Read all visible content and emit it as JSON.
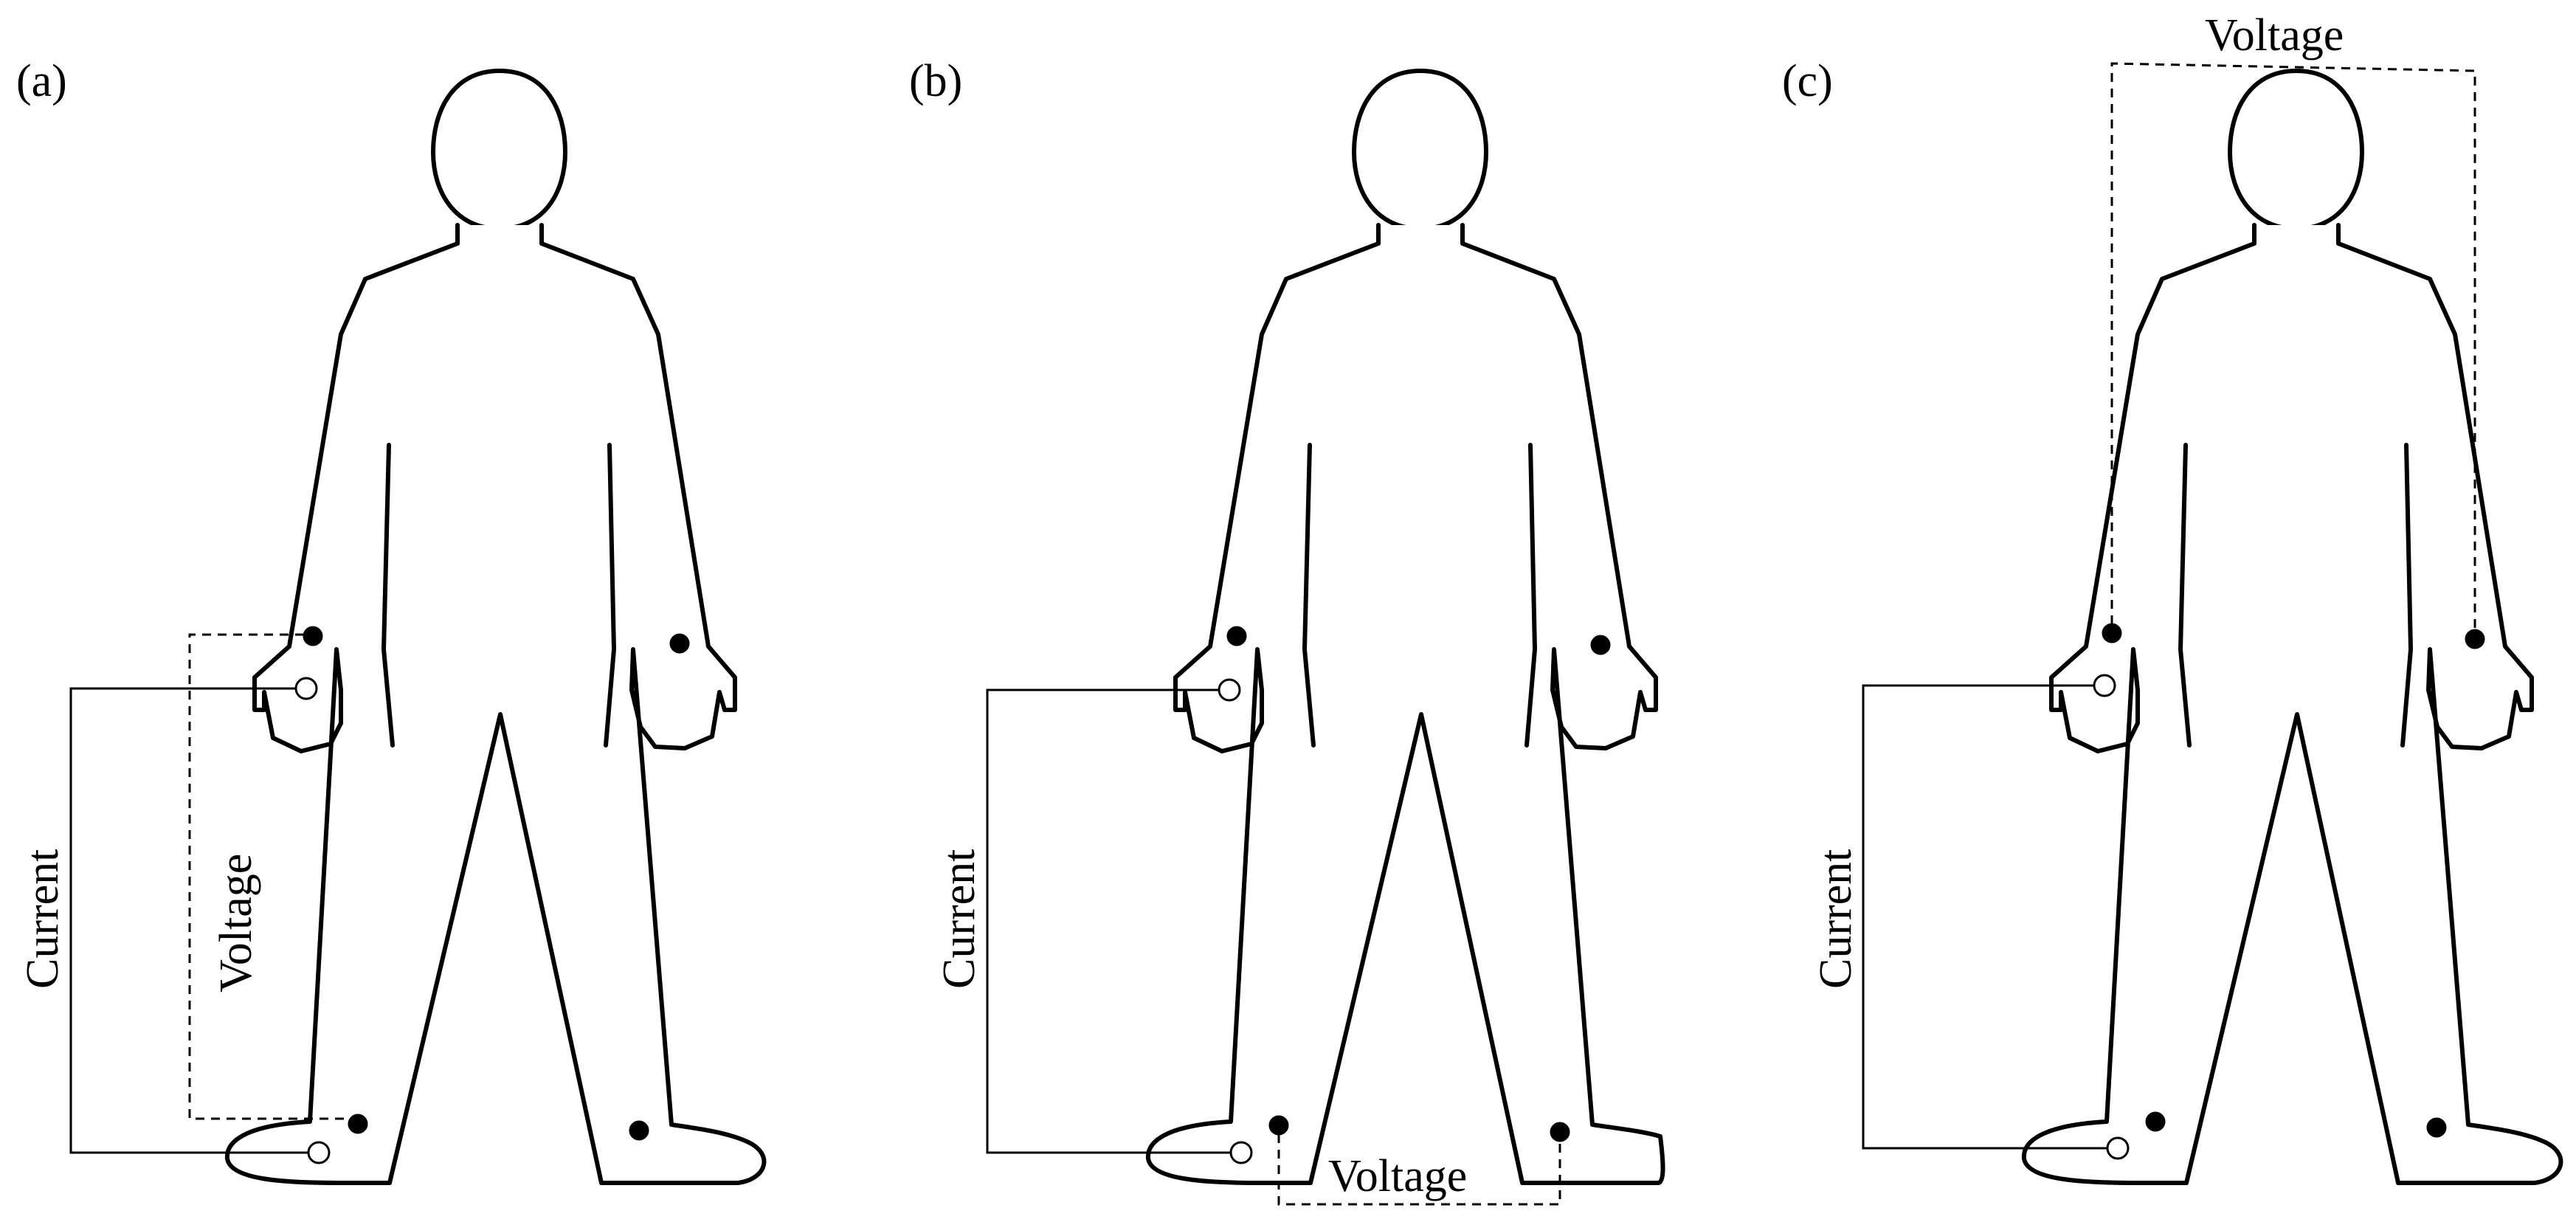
{
  "panels": [
    {
      "id": "a",
      "label": "(a)",
      "current_label": "Current",
      "voltage_label": "Voltage"
    },
    {
      "id": "b",
      "label": "(b)",
      "current_label": "Current",
      "voltage_label": "Voltage"
    },
    {
      "id": "c",
      "label": "(c)",
      "current_label": "Current",
      "voltage_label": "Voltage"
    }
  ],
  "colors": {
    "line": "#000000",
    "background": "#ffffff"
  }
}
